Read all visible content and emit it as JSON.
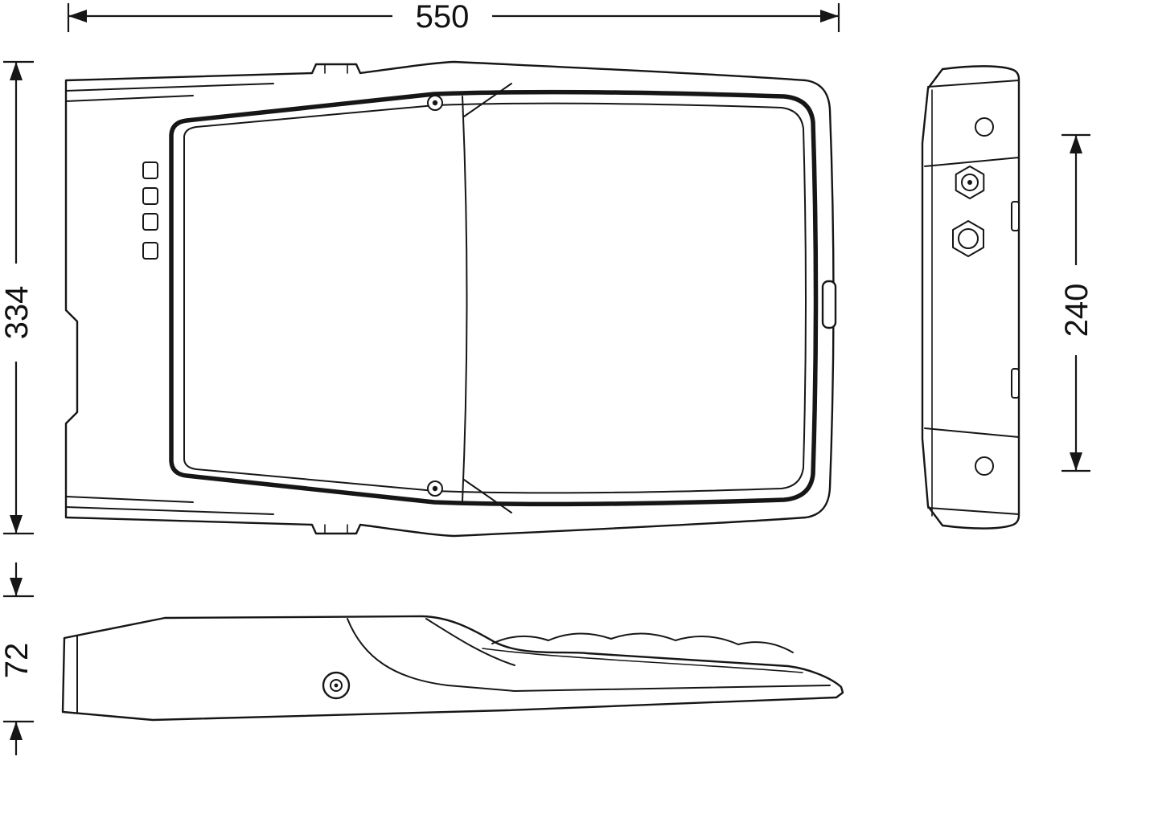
{
  "dimensions": {
    "overall_length": "550",
    "overall_width": "334",
    "housing_height": "240",
    "profile_height": "72"
  }
}
